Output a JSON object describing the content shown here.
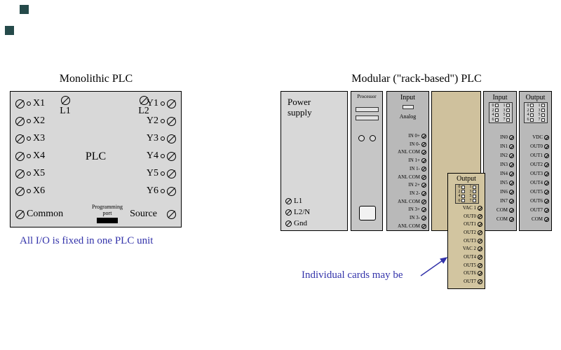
{
  "colors": {
    "caption_blue": "#3333aa",
    "panel_gray": "#d8d8d8",
    "module_gray": "#b9b9b9",
    "slot_tan": "#cfc19d",
    "corner_square": "#254a4a"
  },
  "monolithic": {
    "title": "Monolithic PLC",
    "center_label": "PLC",
    "top_terminals": [
      "L1",
      "L2"
    ],
    "input_terminals": [
      "X1",
      "X2",
      "X3",
      "X4",
      "X5",
      "X6"
    ],
    "common_label": "Common",
    "output_terminals": [
      "Y1",
      "Y2",
      "Y3",
      "Y4",
      "Y5",
      "Y6"
    ],
    "source_label": "Source",
    "programming_port": {
      "line1": "Programming",
      "line2": "port"
    },
    "caption": "All I/O is fixed in one PLC unit"
  },
  "modular": {
    "title": "Modular (\"rack-based\") PLC",
    "power_supply": {
      "label": "Power supply",
      "terminals": [
        "L1",
        "L2/N",
        "Gnd"
      ]
    },
    "processor": {
      "label": "Processor"
    },
    "analog_input": {
      "label": "Input",
      "sublabel": "Analog",
      "terminals": [
        "IN 0+",
        "IN 0-",
        "ANL COM",
        "IN 1+",
        "IN 1-",
        "ANL COM",
        "IN 2+",
        "IN 2-",
        "ANL COM",
        "IN 3+",
        "IN 3-",
        "ANL COM"
      ]
    },
    "discrete_input": {
      "label": "Input",
      "led_numbers": [
        "0",
        "1",
        "2",
        "3",
        "4",
        "5",
        "6",
        "7"
      ],
      "terminals": [
        "IN0",
        "IN1",
        "IN2",
        "IN3",
        "IN4",
        "IN5",
        "IN6",
        "IN7",
        "COM",
        "COM"
      ]
    },
    "discrete_output": {
      "label": "Output",
      "led_numbers": [
        "0",
        "1",
        "2",
        "3",
        "4",
        "5",
        "6",
        "7"
      ],
      "terminals": [
        "VDC",
        "OUT0",
        "OUT1",
        "OUT2",
        "OUT3",
        "OUT4",
        "OUT5",
        "OUT6",
        "OUT7",
        "COM"
      ]
    },
    "pulled_card": {
      "label": "Output",
      "led_numbers": [
        "0",
        "1",
        "2",
        "3",
        "4",
        "5",
        "6",
        "7"
      ],
      "terminals": [
        "VAC 1",
        "OUT0",
        "OUT1",
        "OUT2",
        "OUT3",
        "VAC 2",
        "OUT4",
        "OUT5",
        "OUT6",
        "OUT7"
      ]
    },
    "caption": "Individual cards may be"
  }
}
